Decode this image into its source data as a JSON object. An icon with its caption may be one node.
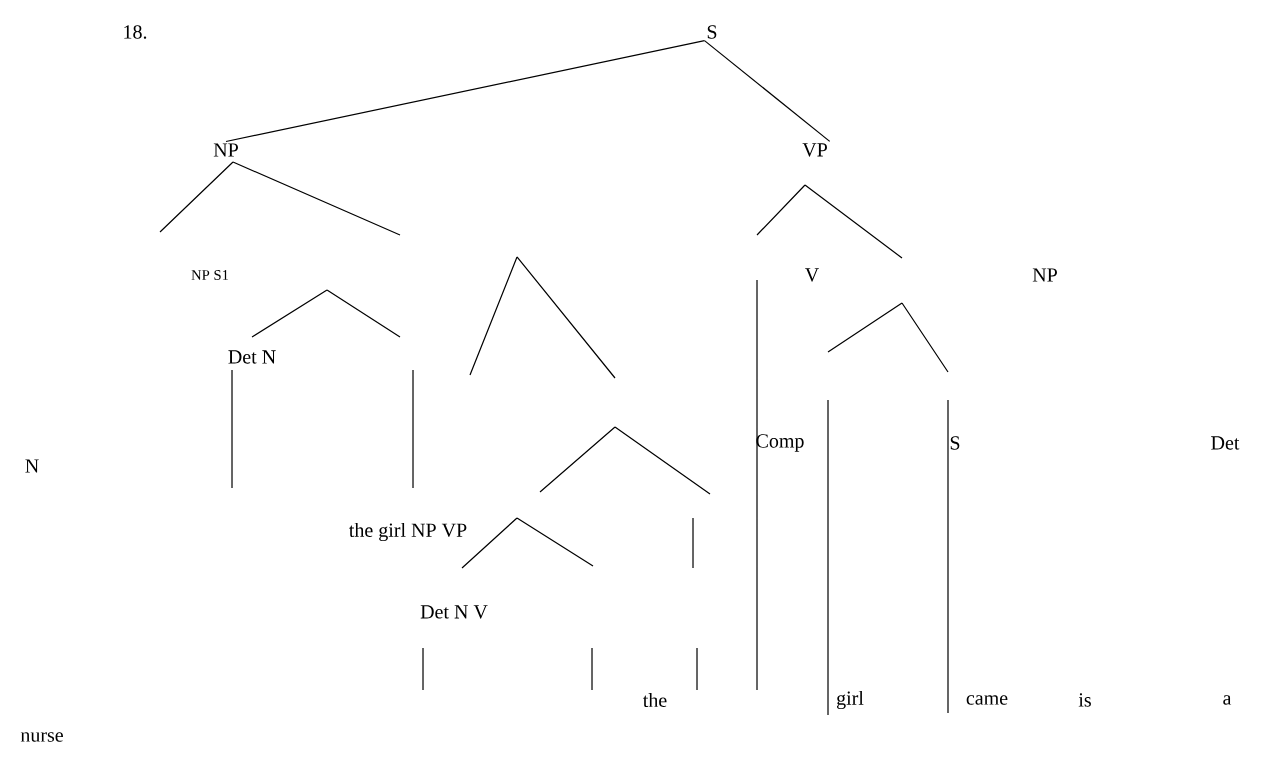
{
  "diagram": {
    "nodes": [
      {
        "text": [
          "S"
        ]
      },
      {
        "text": [
          "NP"
        ]
      },
      {
        "text": [
          "VP"
        ]
      },
      {
        "text": [
          "NP S1"
        ]
      },
      {
        "text": [
          "V"
        ]
      },
      {
        "text": [
          "NP"
        ]
      },
      {
        "text": [
          "Det N"
        ]
      },
      {
        "text": [
          "Comp"
        ]
      },
      {
        "text": [
          "S"
        ]
      },
      {
        "text": [
          "Det"
        ]
      },
      {
        "text": [
          "N"
        ]
      },
      {
        "text": [
          "the girl NP VP"
        ]
      },
      {
        "text": [
          "Det N V"
        ]
      },
      {
        "text": [
          "the"
        ]
      },
      {
        "text": [
          "girl"
        ]
      },
      {
        "text": [
          "came"
        ]
      },
      {
        "text": [
          "is"
        ]
      },
      {
        "text": [
          "a"
        ]
      },
      {
        "text": [
          "nurse"
        ]
      }
    ],
    "edges": [
      {
        "from": 0,
        "to": 1,
        "arrow": "none"
      },
      {
        "from": 0,
        "to": 2,
        "arrow": "none"
      }
    ],
    "labels": [
      "18."
    ]
  }
}
